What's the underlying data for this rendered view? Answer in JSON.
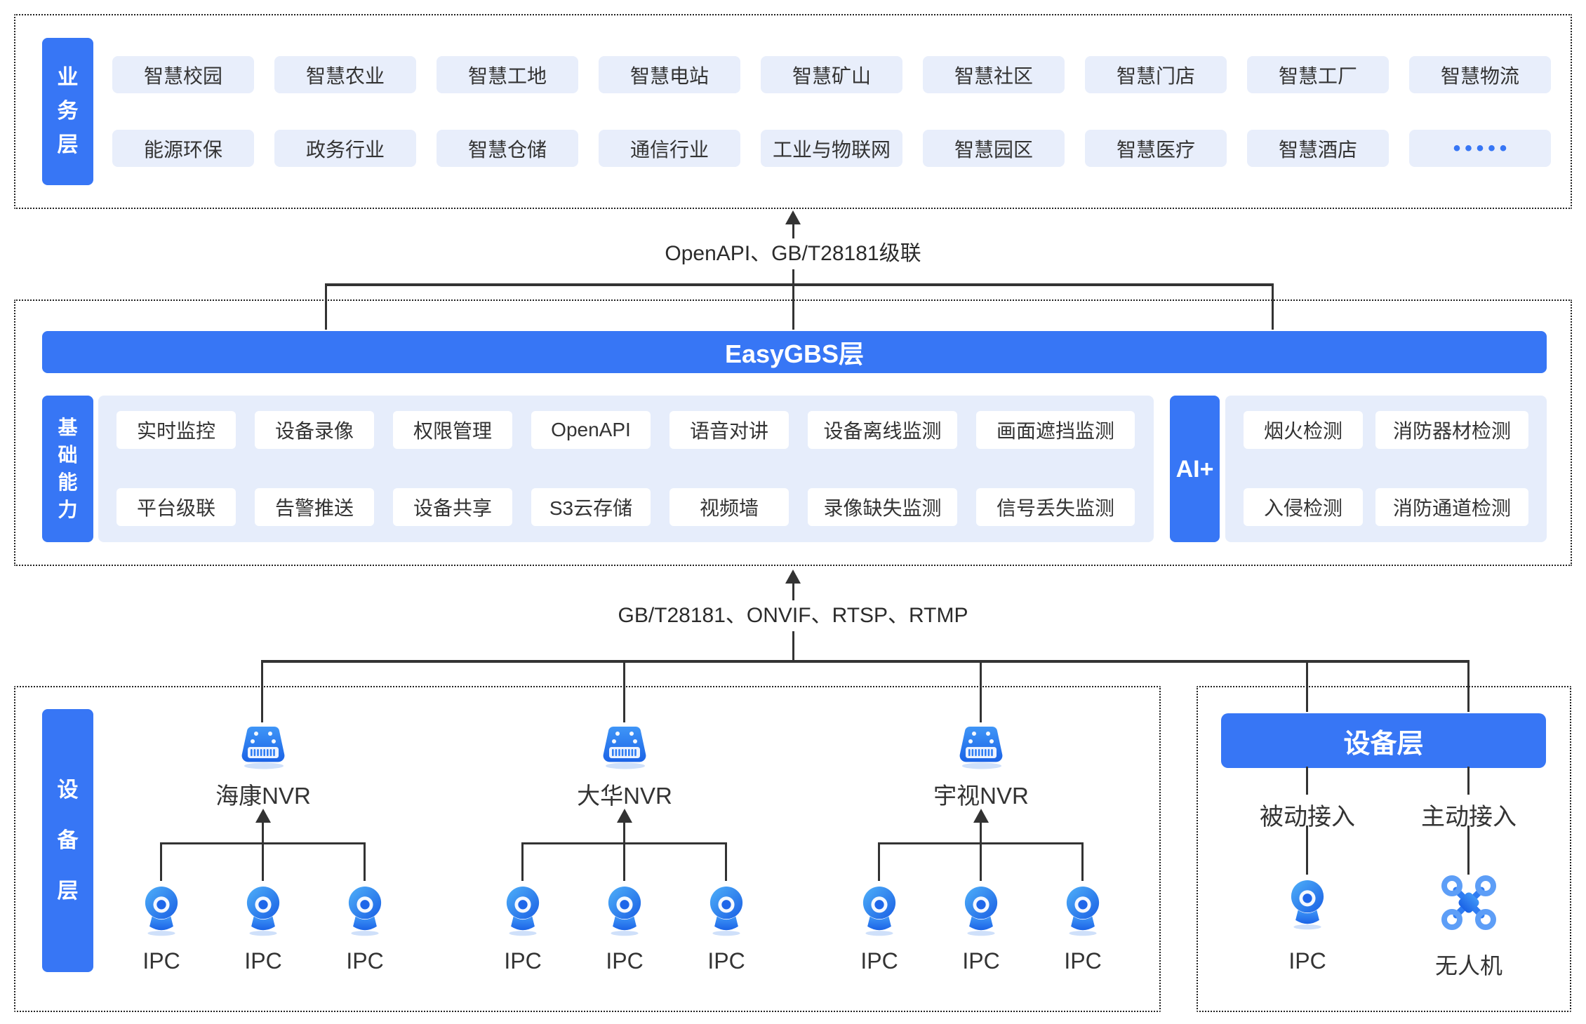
{
  "colors": {
    "primary": "#3776F5",
    "chip_bg": "#E8EEFB",
    "panel_bg": "#E6EDFB",
    "line": "#333333"
  },
  "business": {
    "layer_label": [
      "业",
      "务",
      "层"
    ],
    "row1": [
      "智慧校园",
      "智慧农业",
      "智慧工地",
      "智慧电站",
      "智慧矿山",
      "智慧社区",
      "智慧门店",
      "智慧工厂",
      "智慧物流"
    ],
    "row2": [
      "能源环保",
      "政务行业",
      "智慧仓储",
      "通信行业",
      "工业与物联网",
      "智慧园区",
      "智慧医疗",
      "智慧酒店"
    ],
    "dots": "•••••"
  },
  "connector_top": {
    "label": "OpenAPI、GB/T28181级联"
  },
  "gbs": {
    "banner": "EasyGBS层",
    "capability_label": [
      "基",
      "础",
      "能",
      "力"
    ],
    "row1": [
      "实时监控",
      "设备录像",
      "权限管理",
      "OpenAPI",
      "语音对讲",
      "设备离线监测",
      "画面遮挡监测"
    ],
    "row2": [
      "平台级联",
      "告警推送",
      "设备共享",
      "S3云存储",
      "视频墙",
      "录像缺失监测",
      "信号丢失监测"
    ],
    "ai_label": "AI+",
    "ai_row1": [
      "烟火检测",
      "消防器材检测"
    ],
    "ai_row2": [
      "入侵检测",
      "消防通道检测"
    ]
  },
  "connector_bottom": {
    "label": "GB/T28181、ONVIF、RTSP、RTMP"
  },
  "devices": {
    "layer_label": [
      "设",
      "备",
      "层"
    ],
    "groups": [
      {
        "nvr": "海康NVR",
        "ipcs": [
          "IPC",
          "IPC",
          "IPC"
        ]
      },
      {
        "nvr": "大华NVR",
        "ipcs": [
          "IPC",
          "IPC",
          "IPC"
        ]
      },
      {
        "nvr": "宇视NVR",
        "ipcs": [
          "IPC",
          "IPC",
          "IPC"
        ]
      }
    ],
    "right": {
      "banner": "设备层",
      "passive": "被动接入",
      "active": "主动接入",
      "ipc": "IPC",
      "drone": "无人机"
    }
  }
}
